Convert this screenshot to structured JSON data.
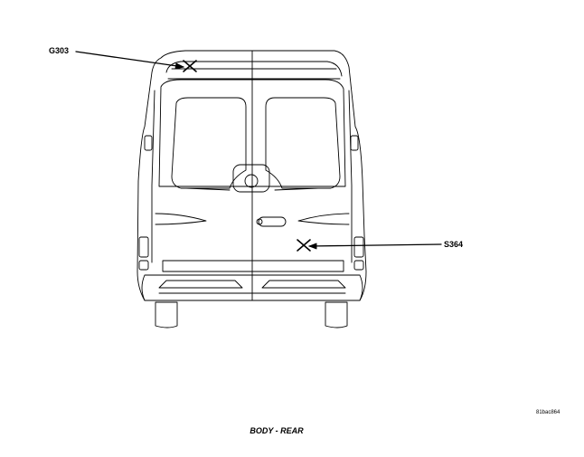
{
  "labels": {
    "g303": "G303",
    "s364": "S364"
  },
  "figure_id": "81bac864",
  "caption": "BODY - REAR",
  "colors": {
    "line": "#000000",
    "background": "#ffffff"
  }
}
